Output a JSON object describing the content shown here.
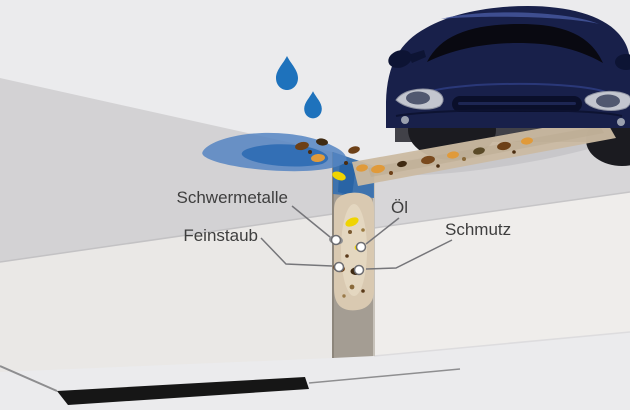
{
  "diagram": {
    "labels": {
      "schwermetalle": "Schwermetalle",
      "feinstaub": "Feinstaub",
      "oel": "Öl",
      "schmutz": "Schmutz"
    },
    "legend": [
      {
        "substance": "Schwermetalle",
        "color": "#8f8f91"
      },
      {
        "substance": "Feinstaub",
        "color": "#6d4017"
      },
      {
        "substance": "Öl",
        "color": "#f0d400"
      },
      {
        "substance": "Schmutz",
        "color": "#3f2a12"
      }
    ],
    "colors": {
      "background": "#ebebed",
      "paver_top_left": "#d3d2d4",
      "paver_top_right": "#d7d6d8",
      "paver_front_left": "#eae8e6",
      "paver_front_right": "#efedeb",
      "joint_base": "#a49d93",
      "joint_filler": "#d9c9b1",
      "water_drop": "#1e72bc",
      "puddle": "#5585c2",
      "dirt_trail": "#cbbaa2",
      "car_body": "#18204a",
      "particle_orange": "#e09a3a",
      "particle_brown": "#6d4017",
      "particle_dark": "#3f2a12",
      "particle_yellow": "#f0d400",
      "particle_gray": "#8f8f91"
    }
  }
}
